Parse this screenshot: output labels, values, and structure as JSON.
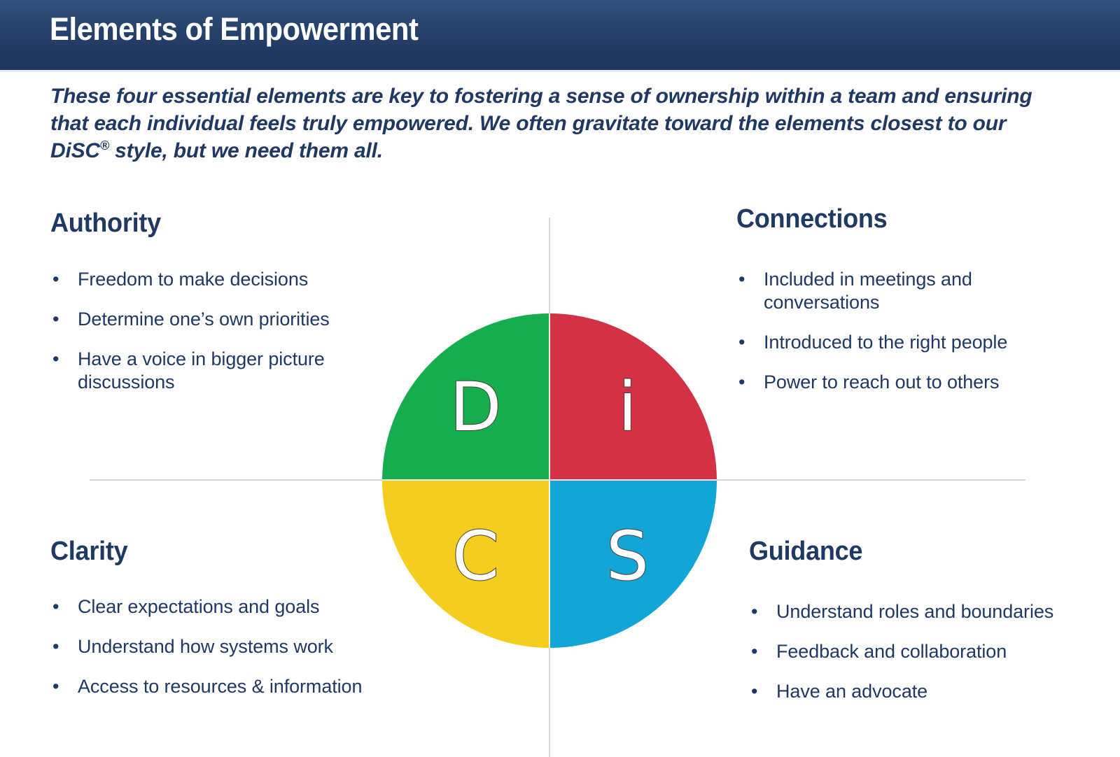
{
  "header": {
    "title": "Elements of Empowerment",
    "background_color": "#1e3760"
  },
  "intro": {
    "line1": "These four essential elements are key to fostering a sense of ownership within a team and ensuring",
    "line2": "that each individual feels truly empowered. We often gravitate toward the elements closest to our",
    "line3_prefix": "DiSC",
    "line3_registered": "®",
    "line3_suffix": " style, but we need them all.",
    "text_color": "#1f3864"
  },
  "blocks": {
    "authority": {
      "heading": "Authority",
      "bullets": [
        "Freedom to make decisions",
        "Determine one’s own priorities",
        "Have a voice in bigger picture discussions"
      ]
    },
    "connections": {
      "heading": "Connections",
      "bullets": [
        "Included in meetings and conversations",
        "Introduced to the right people",
        "Power to reach out to others"
      ]
    },
    "clarity": {
      "heading": "Clarity",
      "bullets": [
        "Clear expectations and goals",
        "Understand how systems work",
        "Access to resources & information"
      ]
    },
    "guidance": {
      "heading": "Guidance",
      "bullets": [
        "Understand roles and boundaries",
        "Feedback and collaboration",
        "Have an advocate"
      ]
    }
  },
  "disc_circle": {
    "quadrants": [
      {
        "letter": "D",
        "position": "top-left",
        "color": "#15ad4d"
      },
      {
        "letter": "i",
        "position": "top-right",
        "color": "#d33145"
      },
      {
        "letter": "C",
        "position": "bottom-left",
        "color": "#f5cd1e"
      },
      {
        "letter": "S",
        "position": "bottom-right",
        "color": "#12a5d6"
      }
    ],
    "letter_color": "#ffffff"
  },
  "bullet_glyph": "•",
  "guide_line_color": "#d8d8d8"
}
